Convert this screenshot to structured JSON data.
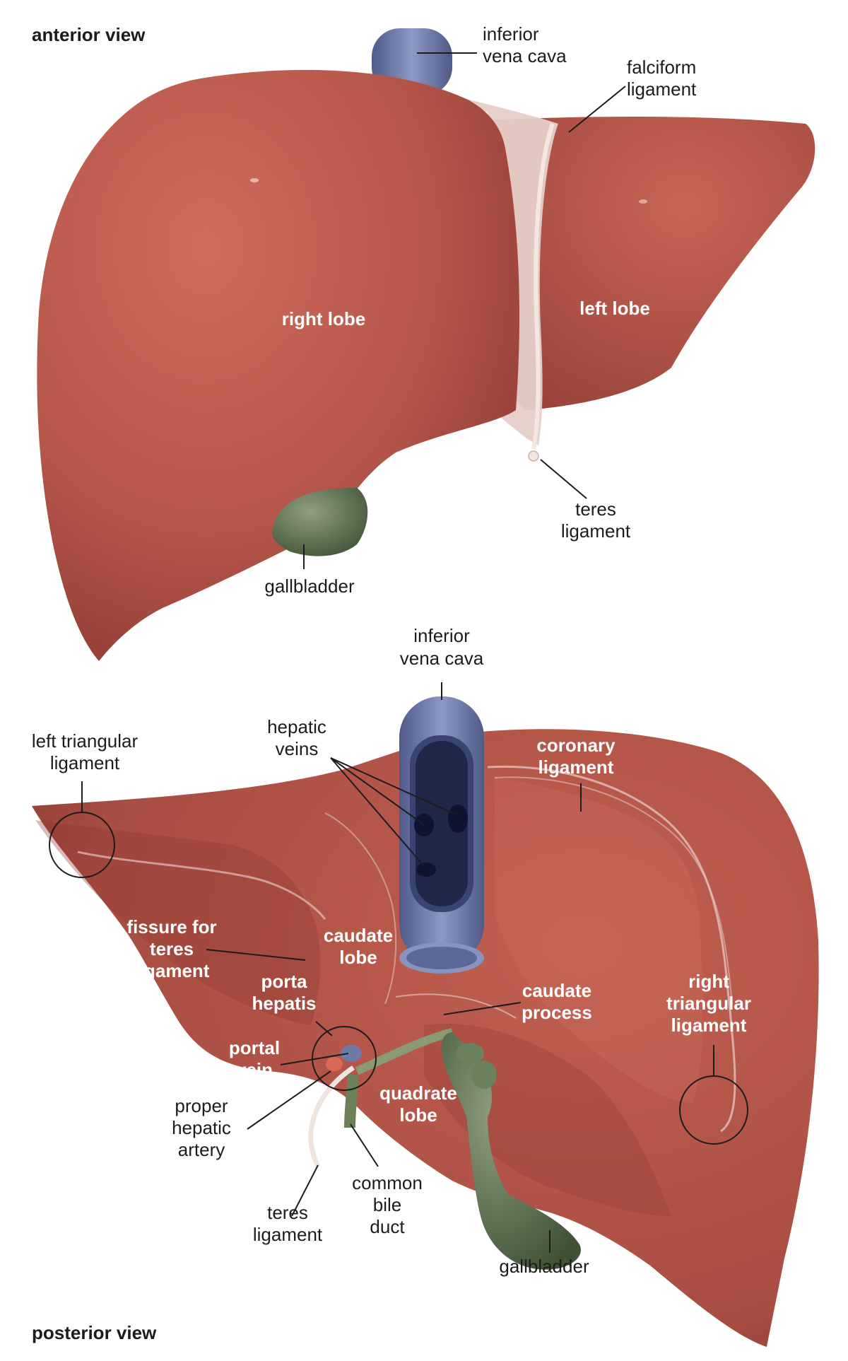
{
  "views": {
    "anterior": {
      "title": "anterior view",
      "labels": {
        "ivc": [
          "inferior",
          "vena cava"
        ],
        "falciform": [
          "falciform",
          "ligament"
        ],
        "right_lobe": "right lobe",
        "left_lobe": "left lobe",
        "teres": [
          "teres",
          "ligament"
        ],
        "gallbladder": "gallbladder"
      }
    },
    "posterior": {
      "title": "posterior view",
      "labels": {
        "ivc": [
          "inferior",
          "vena cava"
        ],
        "hepatic_veins": [
          "hepatic",
          "veins"
        ],
        "coronary": [
          "coronary",
          "ligament"
        ],
        "left_triangular": [
          "left triangular",
          "ligament"
        ],
        "fissure_teres": [
          "fissure for",
          "teres",
          "ligament"
        ],
        "caudate_lobe": [
          "caudate",
          "lobe"
        ],
        "porta_hepatis": [
          "porta",
          "hepatis"
        ],
        "caudate_process": [
          "caudate",
          "process"
        ],
        "right_triangular": [
          "right",
          "triangular",
          "ligament"
        ],
        "portal_vein": [
          "portal",
          "vein"
        ],
        "quadrate_lobe": [
          "quadrate",
          "lobe"
        ],
        "proper_hepatic_artery": [
          "proper",
          "hepatic",
          "artery"
        ],
        "common_bile_duct": [
          "common",
          "bile",
          "duct"
        ],
        "teres": [
          "teres",
          "ligament"
        ],
        "gallbladder": "gallbladder"
      }
    }
  },
  "colors": {
    "liver": "#b5564a",
    "liver_dark": "#8e3a33",
    "liver_light": "#cc6a5c",
    "vein": "#6f7aa6",
    "gallbladder": "#5d7252",
    "ligament": "#e8d6d0"
  }
}
